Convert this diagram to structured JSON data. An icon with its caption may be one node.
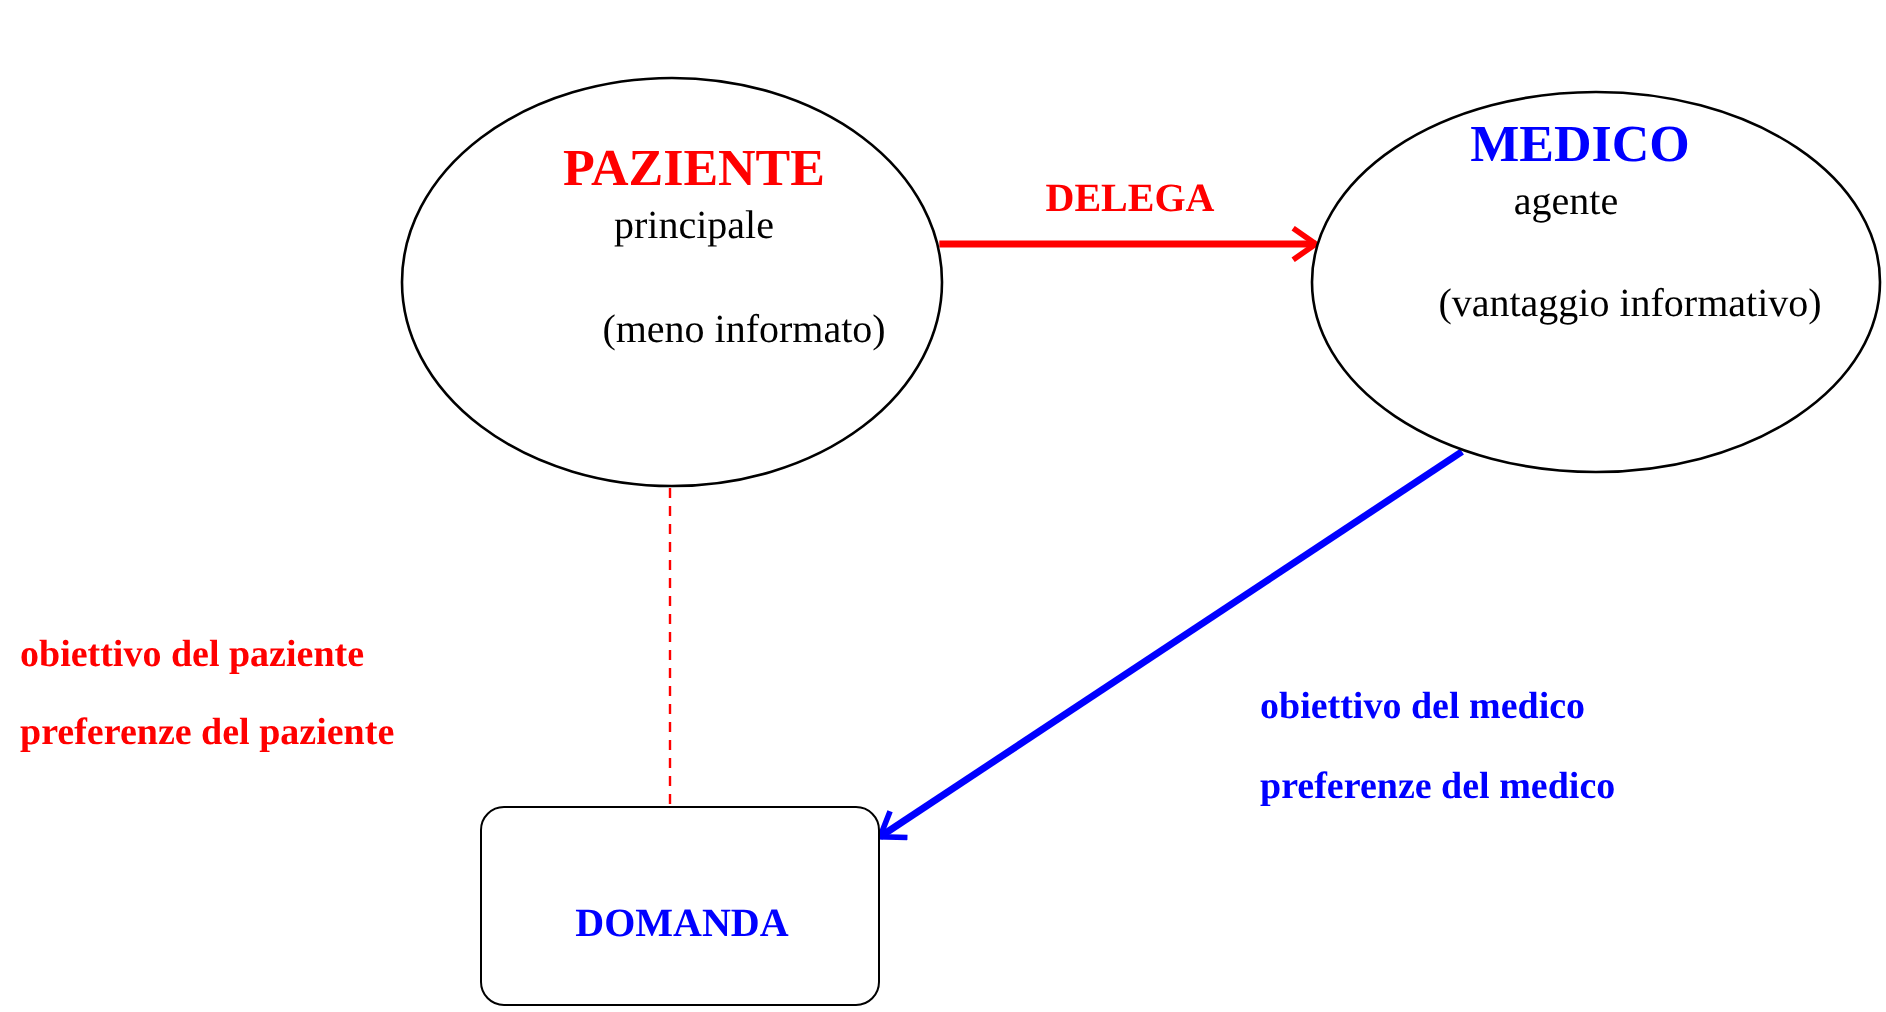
{
  "diagram": {
    "nodes": [
      {
        "text": [
          "PAZIENTE",
          "principale",
          "(meno informato)"
        ]
      },
      {
        "text": [
          "MEDICO",
          "agente",
          "(vantaggio informativo)"
        ]
      },
      {
        "text": [
          "DOMANDA"
        ]
      }
    ],
    "edges": [
      {
        "from": 0,
        "to": 1,
        "arrow": "to",
        "label": "DELEGA",
        "color": "#ff0000"
      },
      {
        "from": 1,
        "to": 2,
        "arrow": "to",
        "color": "#0000ff"
      },
      {
        "from": 0,
        "to": 2,
        "arrow": "none",
        "style": "dashed",
        "color": "#ff0000"
      }
    ],
    "labels": [
      "obiettivo del paziente",
      "preferenze del paziente",
      "obiettivo del medico",
      "preferenze del medico"
    ]
  }
}
